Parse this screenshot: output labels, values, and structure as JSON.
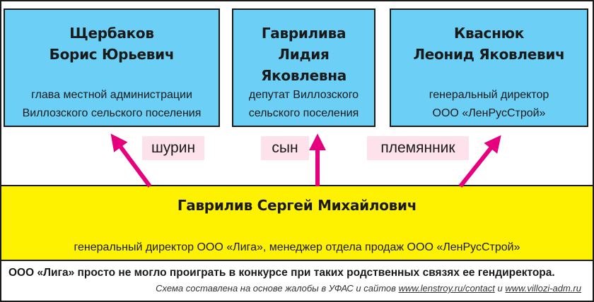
{
  "colors": {
    "person_box": "#6ccff6",
    "center_box": "#fff200",
    "relation_bg": "#fde2ec",
    "arrow": "#e6007e",
    "border": "#1a1a1a"
  },
  "persons": [
    {
      "name_line1": "Щербаков",
      "name_line2": "Борис Юрьевич",
      "role_line1": "глава местной администрации",
      "role_line2": "Виллозского сельского поселения"
    },
    {
      "name_line1": "Гаврилива",
      "name_line2": "Лидия Яковлевна",
      "role_line1": "депутат Виллозского",
      "role_line2": "сельского поселения"
    },
    {
      "name_line1": "Кваснюк",
      "name_line2": "Леонид Яковлевич",
      "role_line1": "генеральный директор",
      "role_line2": "ООО «ЛенРусСтрой»"
    }
  ],
  "relations": [
    "шурин",
    "сын",
    "племянник"
  ],
  "center": {
    "name": "Гаврилив Сергей Михайлович",
    "role": "генеральный директор ООО «Лига», менеджер отдела продаж ООО «ЛенРусСтрой»"
  },
  "footer": {
    "conclusion": "ООО «Лига» просто не могло проиграть в конкурсе при таких родственных связях ее гендиректора.",
    "source_prefix": "Схема составлена на основе жалобы в УФАС и сайтов",
    "source_link1": "www.lenstroy.ru/contact",
    "source_and": "и",
    "source_link2": "www.villozi-adm.ru"
  }
}
